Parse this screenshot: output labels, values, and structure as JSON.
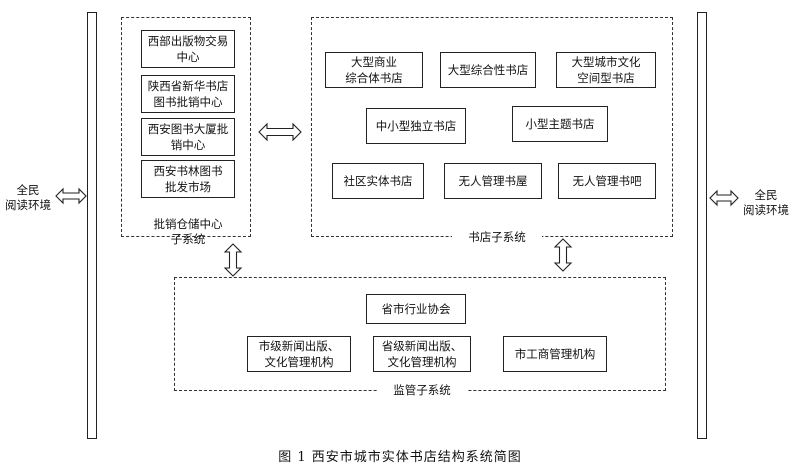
{
  "environment": {
    "left_label": "全民\n阅读环境",
    "right_label": "全民\n阅读环境"
  },
  "wholesale": {
    "title": "批销仓储中心\n子系统",
    "items": [
      "西部出版物交易\n中心",
      "陕西省新华书店\n图书批销中心",
      "西安图书大厦批\n销中心",
      "西安书林图书\n批发市场"
    ]
  },
  "bookstore": {
    "title": "书店子系统",
    "row1": [
      "大型商业\n综合体书店",
      "大型综合性书店",
      "大型城市文化\n空间型书店"
    ],
    "row2": [
      "中小型独立书店",
      "小型主题书店"
    ],
    "row3": [
      "社区实体书店",
      "无人管理书屋",
      "无人管理书吧"
    ]
  },
  "supervision": {
    "title": "监管子系统",
    "top": "省市行业协会",
    "bottom": [
      "市级新闻出版、\n文化管理机构",
      "省级新闻出版、\n文化管理机构",
      "市工商管理机构"
    ]
  },
  "caption": "图 1 西安市城市实体书店结构系统简图"
}
